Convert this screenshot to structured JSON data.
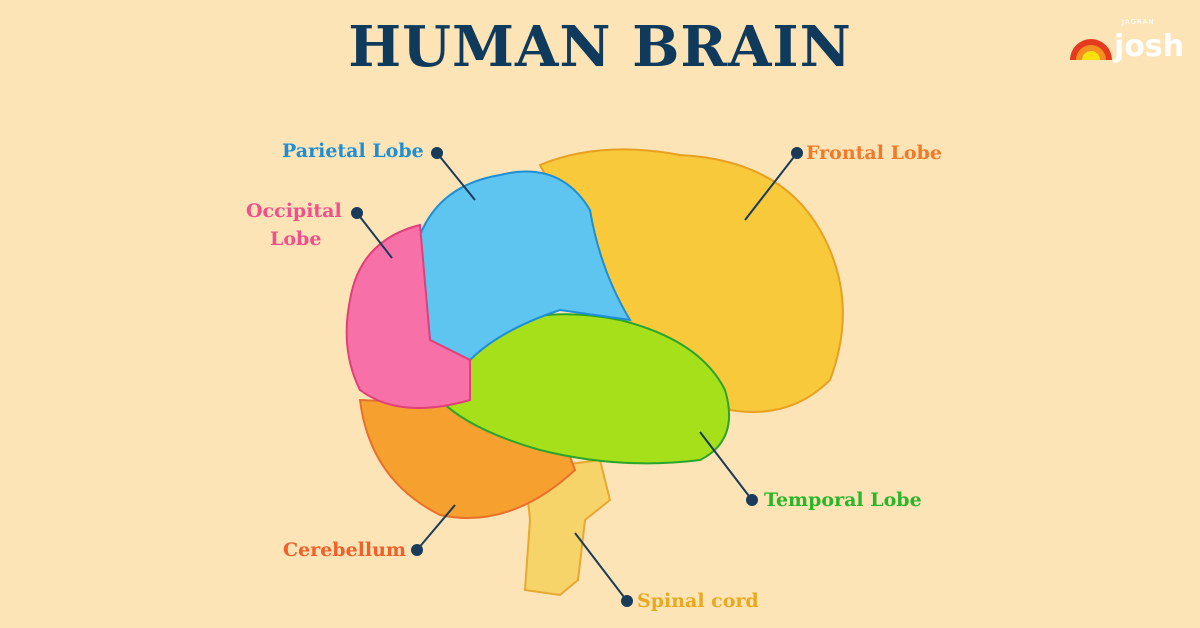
{
  "title": "HUMAN BRAIN",
  "logo": {
    "brand": "josh",
    "sub": "JAGRAN"
  },
  "labels": {
    "parietal": "Parietal Lobe",
    "frontal": "Frontal Lobe",
    "occipital_1": "Occipital",
    "occipital_2": "Lobe",
    "temporal": "Temporal Lobe",
    "cerebellum": "Cerebellum",
    "spinal": "Spinal cord"
  },
  "colors": {
    "background": "#fce4b6",
    "title": "#0f3a5c",
    "parietal": "#1e8fd6",
    "frontal": "#f07a2a",
    "occipital": "#f0508c",
    "temporal": "#2ab52a",
    "cerebellum": "#f0602a",
    "spinal": "#e8a820"
  }
}
